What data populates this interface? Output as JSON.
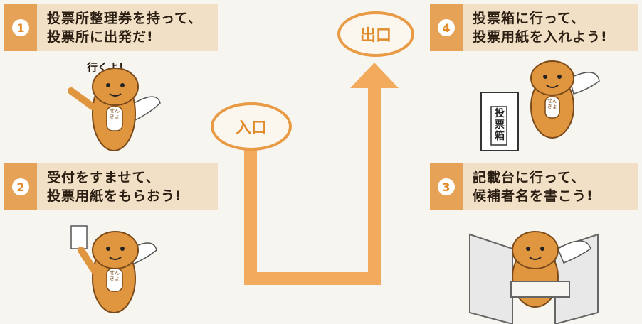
{
  "steps": [
    {
      "number": "1",
      "line1": "投票所整理券を持って、",
      "line2": "投票所に出発だ!"
    },
    {
      "number": "2",
      "line1": "受付をすませて、",
      "line2": "投票用紙をもらおう!"
    },
    {
      "number": "3",
      "line1": "記載台に行って、",
      "line2": "候補者名を書こう!"
    },
    {
      "number": "4",
      "line1": "投票箱に行って、",
      "line2": "投票用紙を入れよう!"
    }
  ],
  "entrance_label": "入口",
  "exit_label": "出口",
  "speech_bubble": "行くよ!",
  "ballot_box_label": "投票箱",
  "mascot_badge": "せんきょ",
  "colors": {
    "arrow": "#f2ab5c",
    "accent": "#e6a257",
    "banner_bg": "#f2e0c6",
    "mascot": "#e0953f"
  }
}
